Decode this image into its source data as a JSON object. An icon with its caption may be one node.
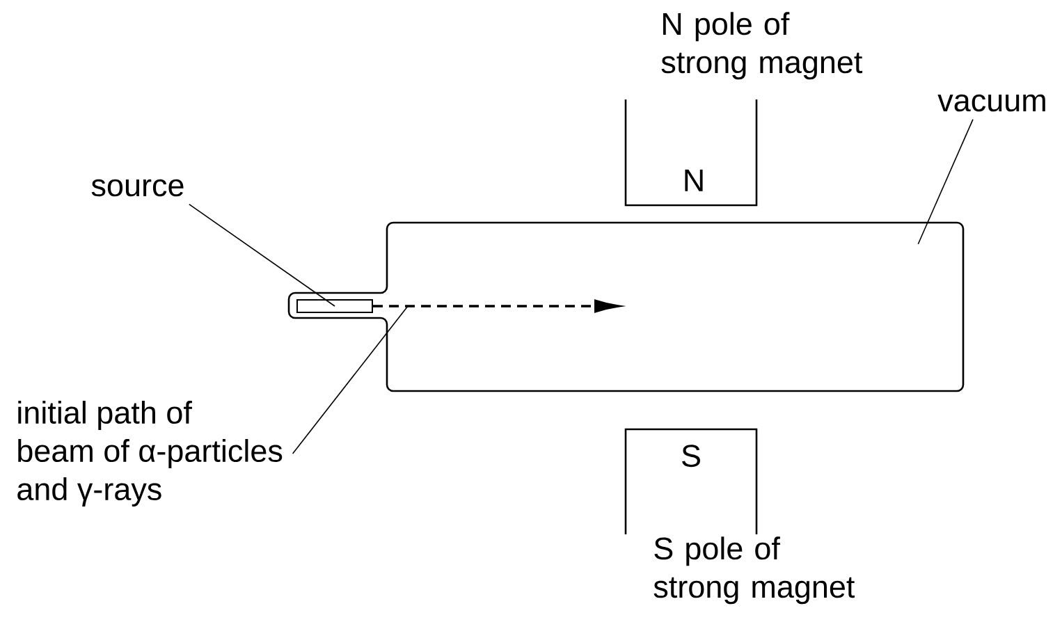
{
  "diagram": {
    "nodes": [
      {
        "text": [
          "N pole of strong magnet",
          "N"
        ]
      },
      {
        "text": [
          "vacuum"
        ]
      },
      {
        "text": [
          "source"
        ]
      },
      {
        "text": [],
        "shape": "box"
      },
      {
        "text": [],
        "shape": "box",
        "in": 3
      },
      {
        "text": [
          "initial path of beam of α-particles and γ-rays"
        ]
      },
      {
        "text": [
          "S",
          "S pole of strong magnet"
        ]
      }
    ],
    "edges": [
      {
        "from": 1,
        "to": 3,
        "arrow": "none"
      },
      {
        "from": 2,
        "to": 4,
        "arrow": "none"
      },
      {
        "from": 4,
        "to": null,
        "arrow": "to",
        "style": "dashed"
      },
      {
        "from": 5,
        "to": null,
        "arrow": "none"
      }
    ]
  }
}
